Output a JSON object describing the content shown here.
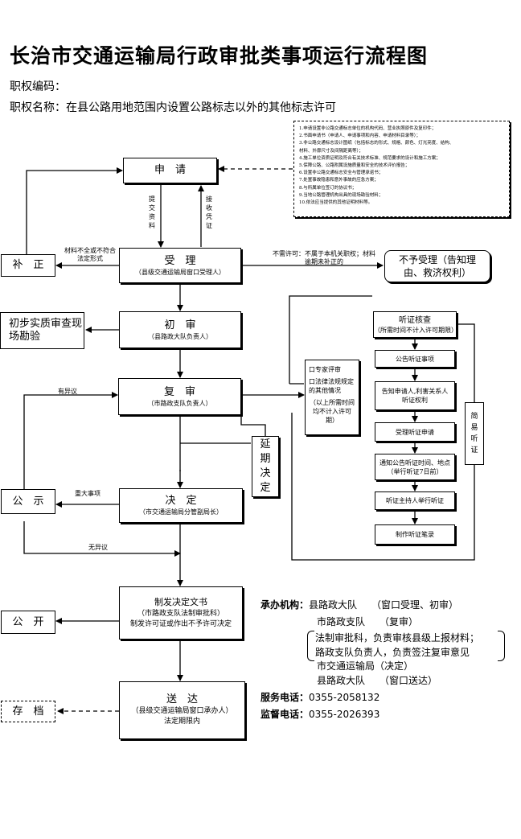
{
  "header": {
    "title": "长治市交通运输局行政审批类事项运行流程图",
    "code_label": "职权编码：",
    "name_label": "职权名称：在县公路用地范围内设置公路标志以外的其他标志许可"
  },
  "notes": [
    "1.申请设置非公路交通标志单位的机构代码、营业执照原件及复印件；",
    "2.书面申请书（申请人、申请事项和内容、申请材料目录等）；",
    "3.非公路交通标志设计图纸（包括标志的形式、规格、颜色、灯光亮度、结构、",
    "  材料、外廓尺寸及间隔距离等）；",
    "4.施工单位资质证明及符合有关技术标准、规范要求的设计和施工方案；",
    "5.保障公路、公路附属设施质量和安全的技术评价报告；",
    "6.设置非公路交通标志安全与管理承诺书；",
    "7.处置事故隐患和意外事故的应急方案；",
    "8.与所属单位签订的协议书；",
    "9.当地公路管理机构出具的现场勘验材料；",
    "10.依法应当提供的其他证明材料等。"
  ],
  "nodes": {
    "apply": "申　请",
    "accept_title": "受　理",
    "accept_sub": "（县级交通运输局窗口受理人）",
    "supplement": "补　正",
    "reject": "不予受理（告知理由、救济权利）",
    "first_review_title": "初　审",
    "first_review_sub": "（县路政大队负责人）",
    "site_check": "初步实质审查现场勘验",
    "second_review_title": "复　审",
    "second_review_sub": "（市路政支队负责人）",
    "publicity": "公　示",
    "delay": "延期决定",
    "decision_title": "决　定",
    "decision_sub": "（市交通运输局分管副局长）",
    "issue_title": "制发决定文书",
    "issue_sub": "（市路政支队法制审批科）",
    "issue_sub2": "制发许可证或作出不予许可决定",
    "publish": "公　开",
    "deliver_title": "送　达",
    "deliver_sub": "（县级交通运输局窗口承办人）",
    "deliver_sub2": "法定期限内",
    "archive": "存　档",
    "expert_1": "口专家评审",
    "expert_2": "口法律法规规定的其他情况",
    "expert_3": "（以上所需时间均不计入许可期）",
    "hearing_title": "听证核查",
    "hearing_sub": "（所需时间不计入许可期限）",
    "hearing_1": "公告听证事项",
    "hearing_2": "告知申请人,利害关系人听证权利",
    "hearing_3": "受理听证申请",
    "hearing_4": "通知公告听证时间、地点（举行听证7日前）",
    "hearing_5": "听证主持人举行听证",
    "hearing_6": "制作听证笔录",
    "simple": "简易听证"
  },
  "labels": {
    "submit": "提交资料",
    "receive": "接收凭证",
    "incomplete": "材料不全或不符合法定形式",
    "not_needed": "不需许可：不属于本机关职权；材料逾期未补正的",
    "objection": "有异议",
    "major": "重大事项",
    "no_objection": "无异议"
  },
  "info": {
    "org_label": "承办机构：",
    "org_lines": [
      "县路政大队　　（窗口受理、初审）",
      "市路政支队　　（复审）",
      "法制审批科，负责审核县级上报材料；",
      "路政支队负责人，负责签注复审意见",
      "市交通运输局（决定）",
      "县路政大队　　（窗口送达）"
    ],
    "service_label": "服务电话：",
    "service_phone": "0355-2058132",
    "supervise_label": "监督电话：",
    "supervise_phone": "0355-2026393"
  }
}
